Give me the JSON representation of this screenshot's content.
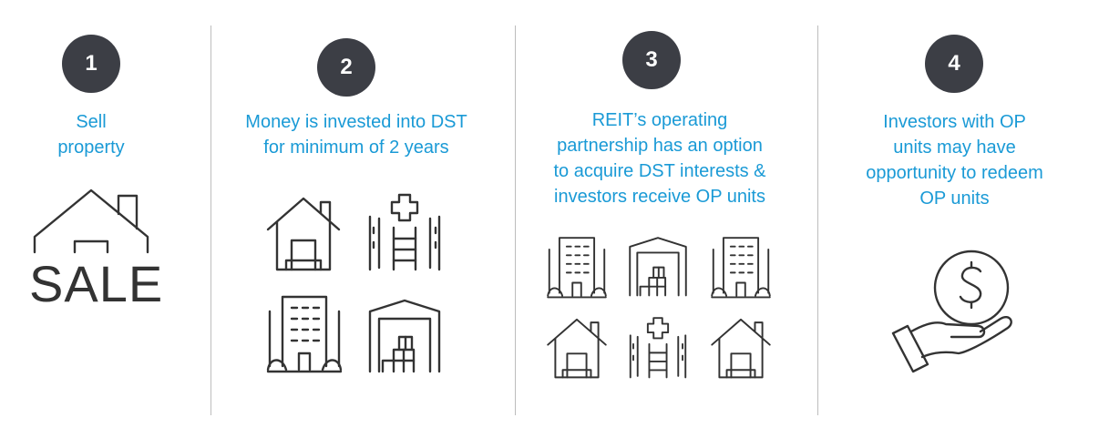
{
  "steps": [
    {
      "number": "1",
      "lines": [
        "Sell",
        "property"
      ]
    },
    {
      "number": "2",
      "lines": [
        "Money is invested into DST",
        "for minimum of 2 years"
      ]
    },
    {
      "number": "3",
      "lines": [
        "REIT’s operating",
        "partnership has an option",
        "to acquire DST interests &",
        "investors receive OP units"
      ]
    },
    {
      "number": "4",
      "lines": [
        "Investors with OP",
        "units may have",
        "opportunity to redeem",
        "OP units"
      ]
    }
  ],
  "sale_icon_text": "SALE",
  "colors": {
    "accent": "#1a9ad6",
    "circle": "#3c3e45",
    "icon_stroke": "#333333",
    "divider": "#bdbdbd"
  },
  "icons": {
    "step1": [
      "house-sale-icon"
    ],
    "step2": [
      "house-icon",
      "hospital-icon",
      "office-building-icon",
      "warehouse-icon"
    ],
    "step3": [
      "office-building-icon",
      "warehouse-icon",
      "office-building-icon",
      "house-icon",
      "hospital-icon",
      "house-icon"
    ],
    "step4": [
      "hand-coin-dollar-icon"
    ]
  }
}
